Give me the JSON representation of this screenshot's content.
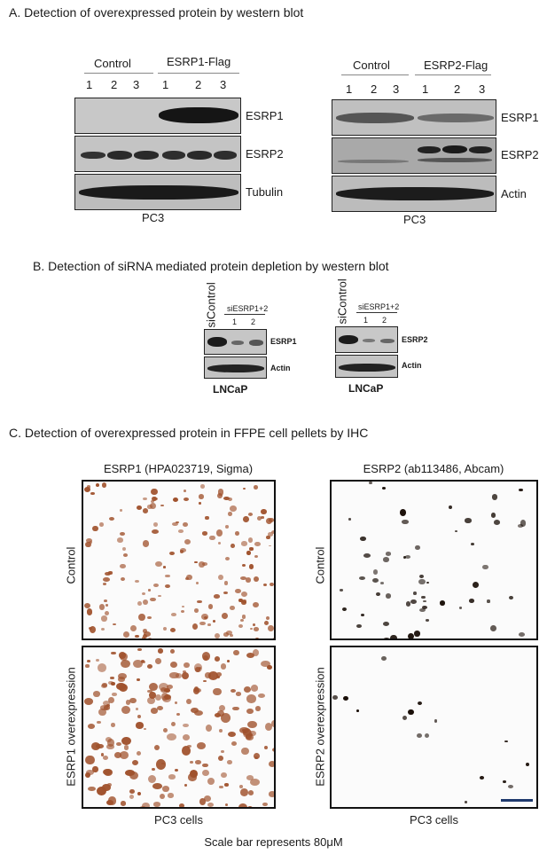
{
  "section_a": {
    "title": "A. Detection of overexpressed protein by western blot",
    "left": {
      "group_control": "Control",
      "group_treat": "ESRP1-Flag",
      "lanes": [
        "1",
        "2",
        "3",
        "1",
        "2",
        "3"
      ],
      "rows": [
        "ESRP1",
        "ESRP2",
        "Tubulin"
      ],
      "cell_line": "PC3"
    },
    "right": {
      "group_control": "Control",
      "group_treat": "ESRP2-Flag",
      "lanes": [
        "1",
        "2",
        "3",
        "1",
        "2",
        "3"
      ],
      "rows": [
        "ESRP1",
        "ESRP2",
        "Actin"
      ],
      "cell_line": "PC3"
    }
  },
  "section_b": {
    "title": "B. Detection of siRNA mediated protein depletion by western blot",
    "left": {
      "sicontrol": "siControl",
      "sitreat": "siESRP1+2",
      "lanes": [
        "1",
        "2"
      ],
      "rows": [
        "ESRP1",
        "Actin"
      ],
      "cell_line": "LNCaP"
    },
    "right": {
      "sicontrol": "siControl",
      "sitreat": "siESRP1+2",
      "lanes": [
        "1",
        "2"
      ],
      "rows": [
        "ESRP2",
        "Actin"
      ],
      "cell_line": "LNCaP"
    }
  },
  "section_c": {
    "title": "C. Detection of overexpressed protein in FFPE cell pellets by IHC",
    "left_header": "ESRP1 (HPA023719, Sigma)",
    "right_header": "ESRP2 (ab113486, Abcam)",
    "row_control": "Control",
    "row_left_oe": "ESRP1 overexpression",
    "row_right_oe": "ESRP2 overexpression",
    "footer_left": "PC3 cells",
    "footer_right": "PC3 cells",
    "scale_caption": "Scale bar represents 80μM"
  },
  "colors": {
    "stain_brown": "#a0522d",
    "stain_dark": "#1a0f08",
    "scale_bar": "#1f3a6e"
  }
}
